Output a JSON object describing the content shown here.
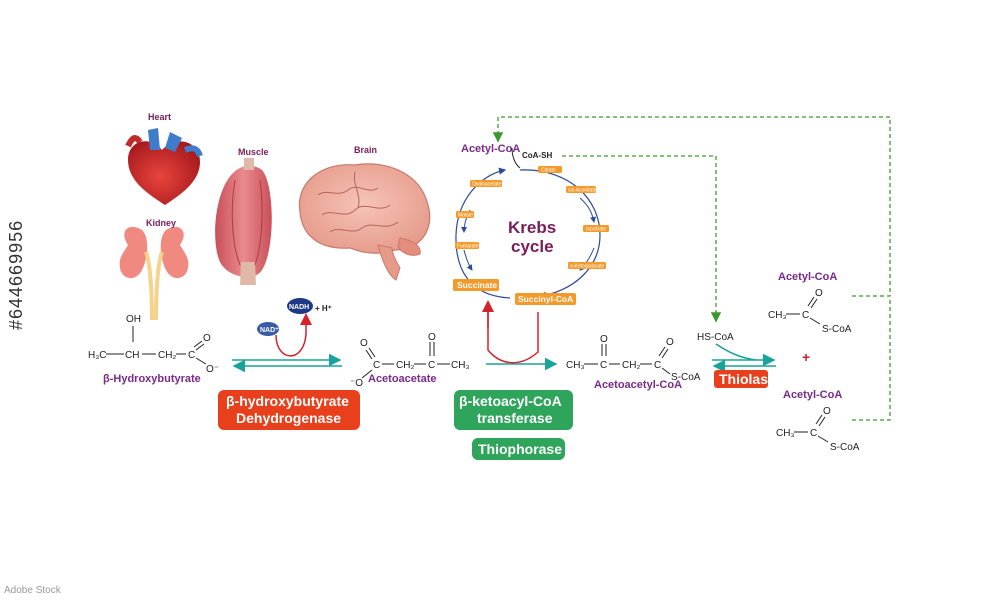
{
  "organs": {
    "heart": "Heart",
    "kidney": "Kidney",
    "muscle": "Muscle",
    "brain": "Brain"
  },
  "krebs": {
    "title_line1": "Krebs",
    "title_line2": "cycle",
    "acetyl_coa": "Acetyl-CoA",
    "coa_sh": "CoA-SH",
    "succinate": "Succinate",
    "succinyl_coa": "Succinyl-CoA",
    "intermediates": [
      "Citrate",
      "cis-Aconitate",
      "Isocitrate",
      "α-Ketoglutarate",
      "Fumarate",
      "Malate",
      "Oxaloacetate"
    ]
  },
  "molecules": {
    "bhb_name": "β-Hydroxybutyrate",
    "bhb_oh": "OH",
    "bhb_h3c": "H₃C",
    "bhb_ch": "CH",
    "bhb_ch2": "CH₂",
    "bhb_c": "C",
    "bhb_o_top": "O",
    "bhb_o_minus": "O⁻",
    "acac_name": "Acetoacetate",
    "acac_o_minus": "⁻O",
    "acac_c1": "C",
    "acac_o1": "O",
    "acac_ch2": "CH₂",
    "acac_c2": "C",
    "acac_o2": "O",
    "acac_ch3": "CH₃",
    "acacoa_name": "Acetoacetyl-CoA",
    "acacoa_ch3": "CH₃",
    "acacoa_c1": "C",
    "acacoa_o1": "O",
    "acacoa_ch2": "CH₂",
    "acacoa_c2": "C",
    "acacoa_o2": "O",
    "acacoa_scoa": "S-CoA",
    "hs_coa": "HS-CoA",
    "plus": "+",
    "acetylcoa1_name": "Acetyl-CoA",
    "acetylcoa2_name": "Acetyl-CoA",
    "ac_ch3": "CH₃",
    "ac_c": "C",
    "ac_o": "O",
    "ac_scoa": "S-CoA"
  },
  "cofactors": {
    "nad": "NAD⁺",
    "nadh": "NADH",
    "hplus": "+ H⁺"
  },
  "enzymes": {
    "bhbdh_line1": "β-hydroxybutyrate",
    "bhbdh_line2": "Dehydrogenase",
    "transferase_line1": "β-ketoacyl-CoA",
    "transferase_line2": "transferase",
    "thiophorase": "Thiophorase",
    "thiolase": "Thiolase"
  },
  "colors": {
    "red_enzyme": "#e8401c",
    "green_enzyme": "#2ea55a",
    "purple_text": "#7a2a8a",
    "krebs_orange": "#f39a2b",
    "teal_arrow": "#1aa39a",
    "dashed_green": "#3a9a2a",
    "red_arrow": "#d6202a",
    "blue_arrow": "#2a4a9a"
  },
  "watermark": {
    "id": "#644669956"
  },
  "stock_text": "Adobe Stock"
}
